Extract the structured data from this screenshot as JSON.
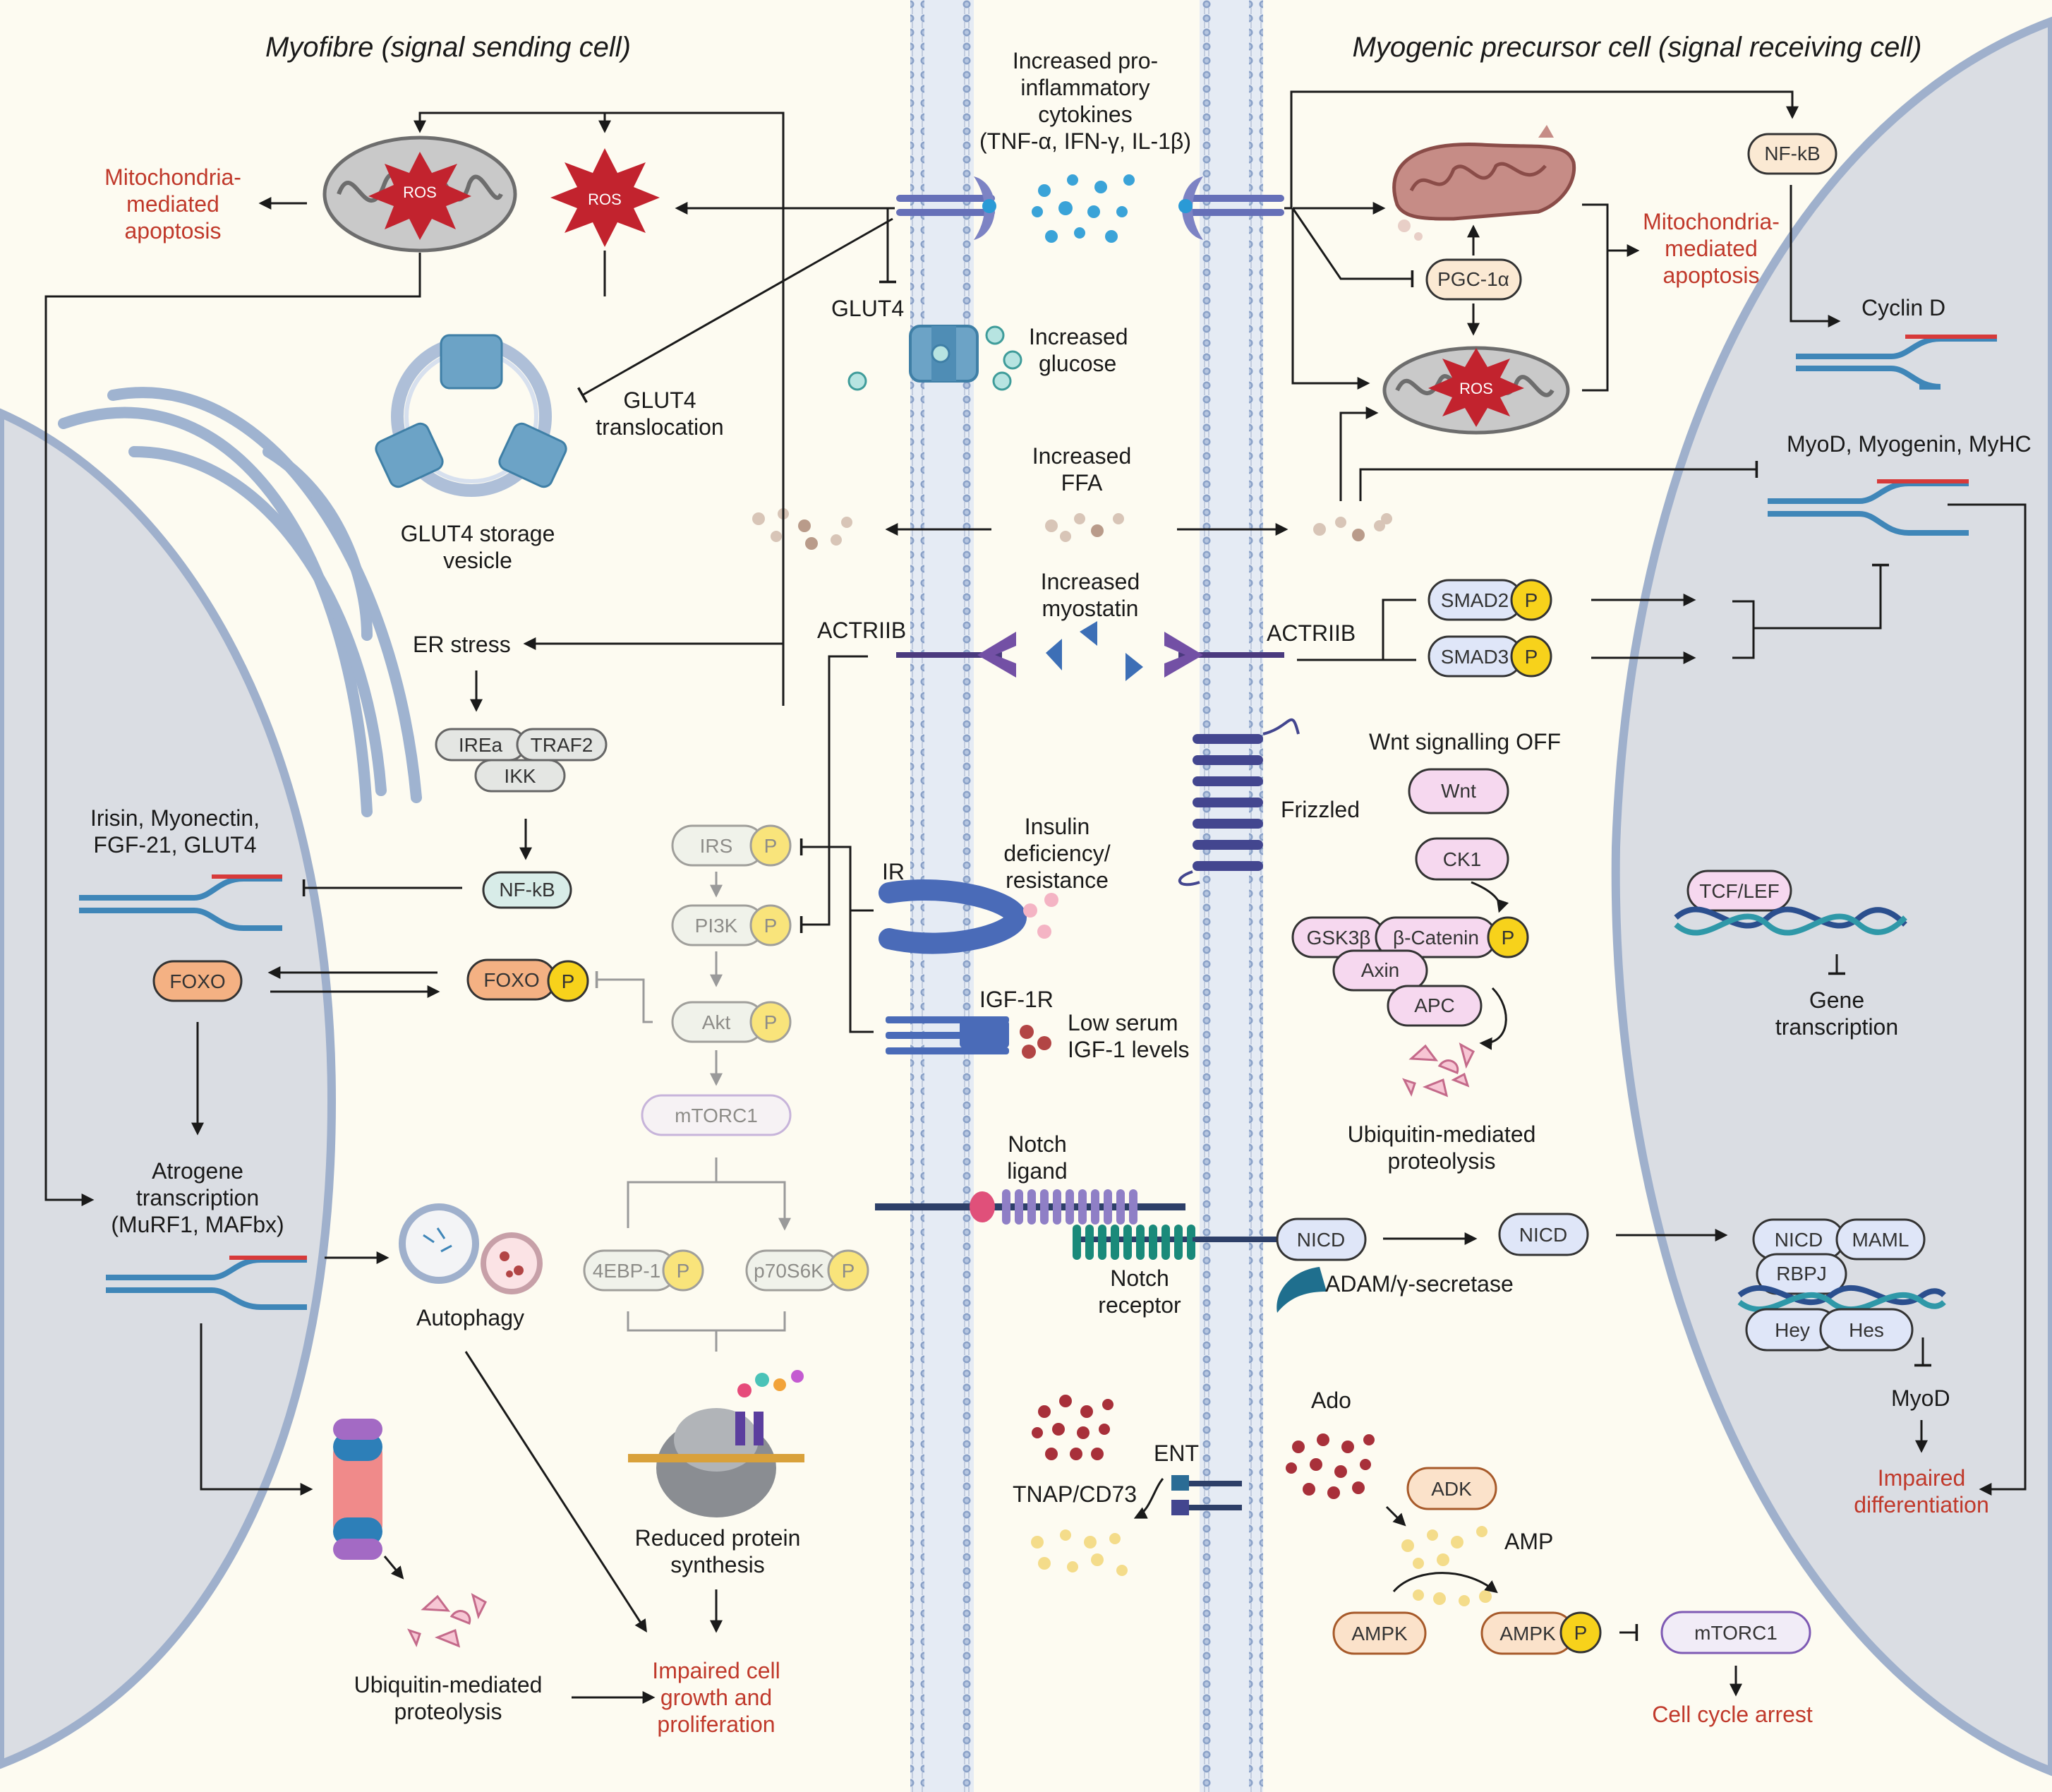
{
  "titles": {
    "left": "Myofibre (signal sending cell)",
    "right": "Myogenic precursor cell (signal receiving cell)"
  },
  "labels": {
    "cyt1": "Increased pro-",
    "cyt2": "inflammatory",
    "cyt3": "cytokines",
    "cyt4": "(TNF-α, IFN-γ, IL-1β)",
    "mito_l1": "Mitochondria-",
    "mito_l2": "mediated",
    "mito_l3": "apoptosis",
    "mito_r1": "Mitochondria-",
    "mito_r2": "mediated",
    "mito_r3": "apoptosis",
    "ros": "ROS",
    "glut4": "GLUT4",
    "glu1": "Increased",
    "glu2": "glucose",
    "gt1": "GLUT4",
    "gt2": "translocation",
    "gsv1": "GLUT4 storage",
    "gsv2": "vesicle",
    "ffa1": "Increased",
    "ffa2": "FFA",
    "mst1": "Increased",
    "mst2": "myostatin",
    "actr_l": "ACTRIIB",
    "actr_r": "ACTRIIB",
    "er": "ER stress",
    "irea": "IREa",
    "traf2": "TRAF2",
    "ikk": "IKK",
    "nfkb_l": "NF-kB",
    "nfkb_r": "NF-kB",
    "ir1": "Irisin, Myonectin,",
    "ir2": "FGF-21, GLUT4",
    "foxo": "FOXO",
    "foxop": "FOXO",
    "p": "P",
    "irs": "IRS",
    "pi3k": "PI3K",
    "akt": "Akt",
    "mtorc1": "mTORC1",
    "e4bp": "4EBP-1",
    "p70": "p70S6K",
    "ins1": "Insulin",
    "ins2": "deficiency/",
    "ins3": "resistance",
    "ir": "IR",
    "igf1r": "IGF-1R",
    "ls1": "Low serum",
    "ls2": "IGF-1 levels",
    "at1": "Atrogene",
    "at2": "transcription",
    "at3": "(MuRF1, MAFbx)",
    "autophagy": "Autophagy",
    "rps1": "Reduced protein",
    "rps2": "synthesis",
    "ump1": "Ubiquitin-mediated",
    "ump2": "proteolysis",
    "imp1": "Impaired cell",
    "imp2": "growth and",
    "imp3": "proliferation",
    "pgc": "PGC-1α",
    "cyclind": "Cyclin D",
    "myod_list": "MyoD, Myogenin, MyHC",
    "smad2": "SMAD2",
    "smad3": "SMAD3",
    "wnt_off": "Wnt signalling OFF",
    "wnt": "Wnt",
    "frizzled": "Frizzled",
    "ck1": "CK1",
    "gsk": "GSK3β",
    "bcat": "β-Catenin",
    "axin": "Axin",
    "apc": "APC",
    "ump_r1": "Ubiquitin-mediated",
    "ump_r2": "proteolysis",
    "tcf": "TCF/LEF",
    "gene1": "Gene",
    "gene2": "transcription",
    "notch_l1": "Notch",
    "notch_l2": "ligand",
    "notch_r1": "Notch",
    "notch_r2": "receptor",
    "nicd": "NICD",
    "adam": "ADAM/γ-secretase",
    "maml": "MAML",
    "rbpj": "RBPJ",
    "hey": "Hey",
    "hes": "Hes",
    "myod": "MyoD",
    "impd1": "Impaired",
    "impd2": "differentiation",
    "ado": "Ado",
    "ent": "ENT",
    "tnap": "TNAP/CD73",
    "adk": "ADK",
    "amp": "AMP",
    "ampk": "AMPK",
    "cca": "Cell cycle arrest"
  }
}
